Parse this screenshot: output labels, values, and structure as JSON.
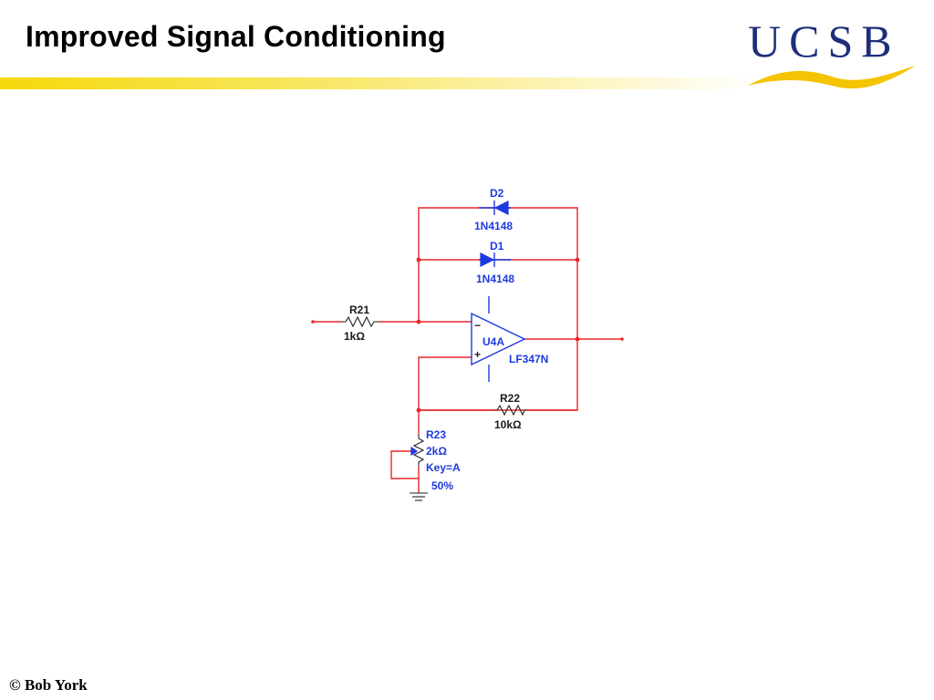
{
  "slide": {
    "title": "Improved Signal Conditioning",
    "logo_text": "UCSB",
    "footer": "© Bob York"
  },
  "colors": {
    "wire": "#e8262b",
    "part": "#1f39e0",
    "title_rule": "#f5d90a",
    "logo": "#1f2e7a"
  },
  "schematic": {
    "d2": {
      "ref": "D2",
      "model": "1N4148"
    },
    "d1": {
      "ref": "D1",
      "model": "1N4148"
    },
    "r21": {
      "ref": "R21",
      "value": "1kΩ"
    },
    "opamp": {
      "ref": "U4A",
      "model": "LF347N",
      "minus": "−",
      "plus": "+"
    },
    "r22": {
      "ref": "R22",
      "value": "10kΩ"
    },
    "r23": {
      "ref": "R23",
      "value": "2kΩ",
      "key": "Key=A",
      "setting": "50%"
    }
  }
}
